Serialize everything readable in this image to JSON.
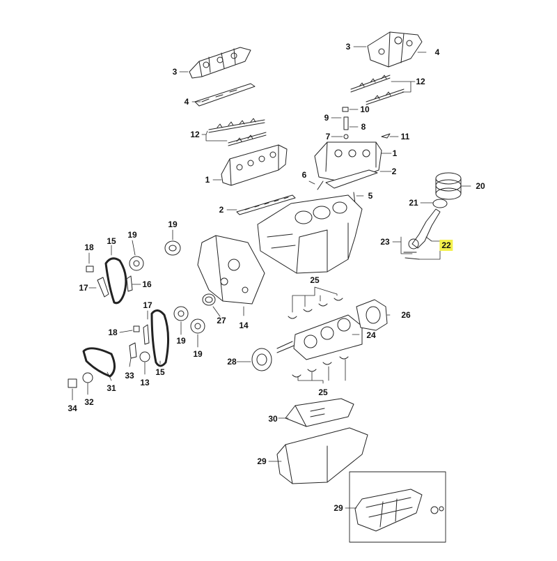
{
  "callouts": [
    {
      "id": "c3a",
      "text": "3"
    },
    {
      "id": "c4a",
      "text": "4"
    },
    {
      "id": "c12a",
      "text": "12"
    },
    {
      "id": "c1a",
      "text": "1"
    },
    {
      "id": "c2a",
      "text": "2"
    },
    {
      "id": "c3b",
      "text": "3"
    },
    {
      "id": "c4b",
      "text": "4"
    },
    {
      "id": "c12b",
      "text": "12"
    },
    {
      "id": "c9",
      "text": "9"
    },
    {
      "id": "c10",
      "text": "10"
    },
    {
      "id": "c8",
      "text": "8"
    },
    {
      "id": "c7",
      "text": "7"
    },
    {
      "id": "c11",
      "text": "11"
    },
    {
      "id": "c1b",
      "text": "1"
    },
    {
      "id": "c2b",
      "text": "2"
    },
    {
      "id": "c6",
      "text": "6"
    },
    {
      "id": "c5",
      "text": "5"
    },
    {
      "id": "c20",
      "text": "20"
    },
    {
      "id": "c21",
      "text": "21"
    },
    {
      "id": "c23",
      "text": "23"
    },
    {
      "id": "c22",
      "text": "22",
      "highlight": true
    },
    {
      "id": "c18a",
      "text": "18"
    },
    {
      "id": "c15a",
      "text": "15"
    },
    {
      "id": "c19a",
      "text": "19"
    },
    {
      "id": "c19b",
      "text": "19"
    },
    {
      "id": "c17a",
      "text": "17"
    },
    {
      "id": "c16",
      "text": "16"
    },
    {
      "id": "c17b",
      "text": "17"
    },
    {
      "id": "c18b",
      "text": "18"
    },
    {
      "id": "c19c",
      "text": "19"
    },
    {
      "id": "c19d",
      "text": "19"
    },
    {
      "id": "c33",
      "text": "33"
    },
    {
      "id": "c13",
      "text": "13"
    },
    {
      "id": "c15b",
      "text": "15"
    },
    {
      "id": "c31",
      "text": "31"
    },
    {
      "id": "c32",
      "text": "32"
    },
    {
      "id": "c34",
      "text": "34"
    },
    {
      "id": "c27",
      "text": "27"
    },
    {
      "id": "c14",
      "text": "14"
    },
    {
      "id": "c25a",
      "text": "25"
    },
    {
      "id": "c26",
      "text": "26"
    },
    {
      "id": "c24",
      "text": "24"
    },
    {
      "id": "c28",
      "text": "28"
    },
    {
      "id": "c25b",
      "text": "25"
    },
    {
      "id": "c30",
      "text": "30"
    },
    {
      "id": "c29a",
      "text": "29"
    },
    {
      "id": "c29b",
      "text": "29"
    }
  ]
}
